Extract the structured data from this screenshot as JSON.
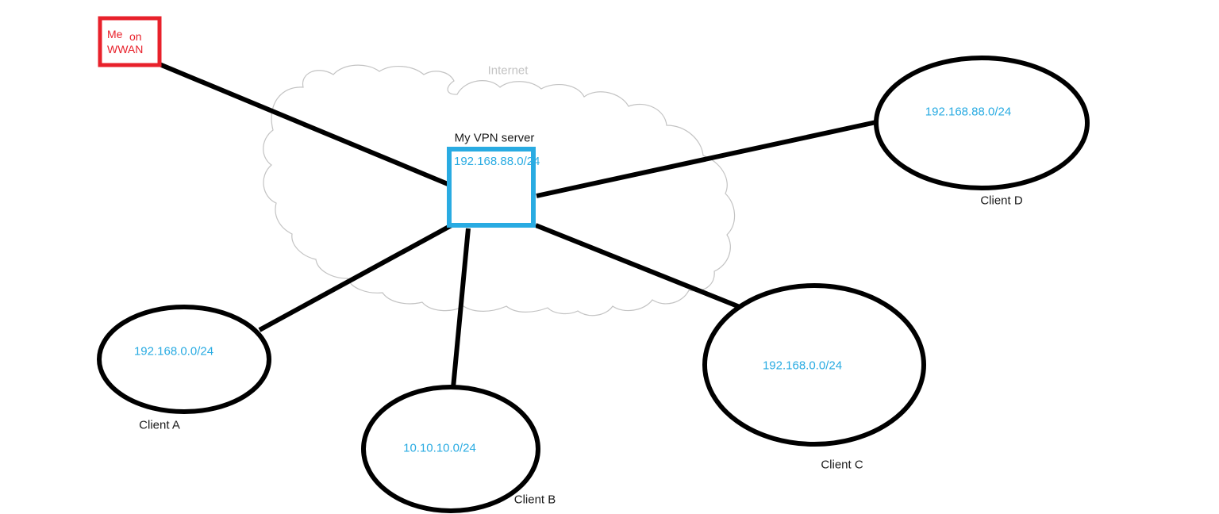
{
  "diagram": {
    "cloud_label": "Internet",
    "wwan_box": {
      "word_me": "Me",
      "word_on": "on",
      "word_wwan": "WWAN"
    },
    "server": {
      "title": "My VPN server",
      "subnet": "192.168.88.0/24"
    },
    "clients": [
      {
        "name": "Client A",
        "subnet": "192.168.0.0/24"
      },
      {
        "name": "Client B",
        "subnet": "10.10.10.0/24"
      },
      {
        "name": "Client C",
        "subnet": "192.168.0.0/24"
      },
      {
        "name": "Client D",
        "subnet": "192.168.88.0/24"
      }
    ],
    "colors": {
      "accent_blue": "#29abe2",
      "accent_red": "#e8212b",
      "cloud_gray": "#c3c3c3",
      "line_black": "#000000"
    }
  }
}
